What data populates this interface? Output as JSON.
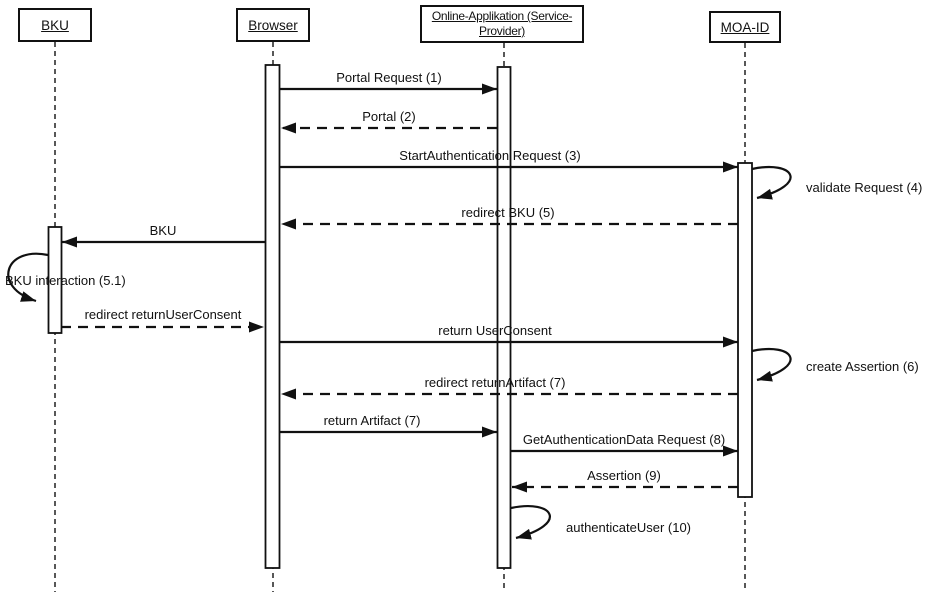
{
  "diagram_type": "uml-sequence-diagram",
  "colors": {
    "line": "#111111",
    "background": "#ffffff"
  },
  "actors": [
    {
      "id": "bku",
      "name": "BKU"
    },
    {
      "id": "browser",
      "name": "Browser"
    },
    {
      "id": "online_app",
      "name_line1": "Online-Applikation (Service-",
      "name_line2": "Provider)",
      "full_name": "Online-Applikation (Service-Provider)"
    },
    {
      "id": "moa_id",
      "name": "MOA-ID"
    }
  ],
  "messages": [
    {
      "label": "Portal Request (1)",
      "from": "Browser",
      "to": "Online-Applikation (Service-Provider)",
      "type": "solid-arrow"
    },
    {
      "label": "Portal (2)",
      "from": "Online-Applikation (Service-Provider)",
      "to": "Browser",
      "type": "dashed-arrow"
    },
    {
      "label": "StartAuthentication Request (3)",
      "from": "Browser",
      "to": "MOA-ID",
      "type": "solid-arrow"
    },
    {
      "label": "validate Request (4)",
      "on": "MOA-ID",
      "type": "self-loop"
    },
    {
      "label": "redirect BKU (5)",
      "from": "MOA-ID",
      "to": "Browser",
      "type": "dashed-arrow"
    },
    {
      "label": "BKU",
      "from": "Browser",
      "to": "BKU",
      "type": "solid-arrow"
    },
    {
      "label": "BKU interaction (5.1)",
      "on": "BKU",
      "type": "self-loop"
    },
    {
      "label": "redirect returnUserConsent",
      "from": "BKU",
      "to": "Browser",
      "type": "dashed-arrow"
    },
    {
      "label": "return UserConsent",
      "from": "Browser",
      "to": "MOA-ID",
      "type": "solid-arrow"
    },
    {
      "label": "create Assertion (6)",
      "on": "MOA-ID",
      "type": "self-loop"
    },
    {
      "label": "redirect returnArtifact (7)",
      "from": "MOA-ID",
      "to": "Browser",
      "type": "dashed-arrow"
    },
    {
      "label": "return Artifact (7)",
      "from": "Browser",
      "to": "Online-Applikation (Service-Provider)",
      "type": "solid-arrow"
    },
    {
      "label": "GetAuthenticationData Request (8)",
      "from": "Online-Applikation (Service-Provider)",
      "to": "MOA-ID",
      "type": "solid-arrow"
    },
    {
      "label": "Assertion (9)",
      "from": "MOA-ID",
      "to": "Online-Applikation (Service-Provider)",
      "type": "dashed-arrow"
    },
    {
      "label": "authenticateUser (10)",
      "on": "Online-Applikation (Service-Provider)",
      "type": "self-loop"
    }
  ]
}
